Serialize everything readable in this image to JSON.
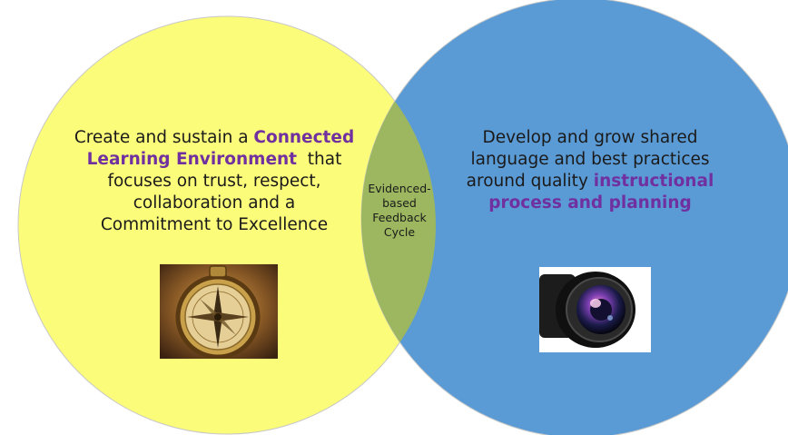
{
  "colors": {
    "left_circle": "#FBFC7A",
    "right_circle": "#5B9BD5",
    "overlap": "#9CB75F",
    "highlight": "#7030A0",
    "text": "#1a1a1a",
    "outline": "#c8c8c8"
  },
  "left_circle": {
    "line1": "Create and sustain a ",
    "line1_highlight": "Connected",
    "line2_highlight": "Learning Environment",
    "line2": "  that",
    "line3": "focuses on trust, respect,",
    "line4": "collaboration and a",
    "line5": "Commitment to Excellence",
    "image_icon": "compass-icon"
  },
  "right_circle": {
    "line1": "Develop and grow shared",
    "line2": "language and best practices",
    "line3": "around quality ",
    "line3_highlight": "instructional",
    "line4_highlight": "process and planning",
    "image_icon": "camera-lens-icon"
  },
  "overlap": {
    "line1": "Evidenced-",
    "line2": "based",
    "line3": "Feedback",
    "line4": "Cycle"
  }
}
